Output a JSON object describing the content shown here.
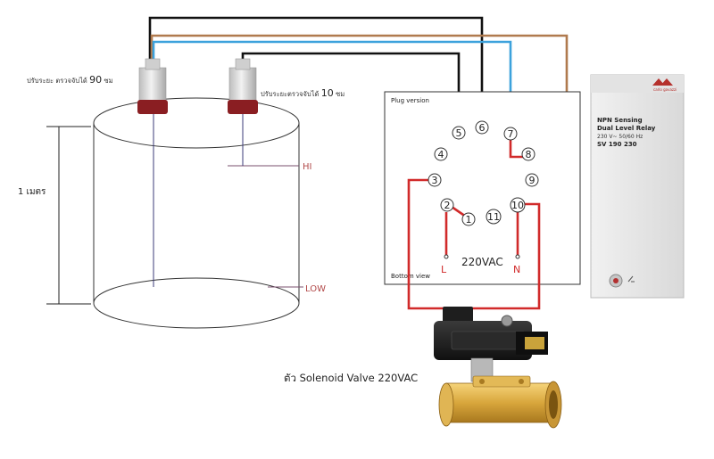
{
  "tank": {
    "height_label": "1 เมตร",
    "hi_label": "HI",
    "low_label": "LOW"
  },
  "probes": {
    "probe_long_label": "ปรับระยะ ตรวจจับได้",
    "probe_long_value": "90",
    "probe_long_unit": "ซม",
    "probe_short_label": "ปรับระยะตรวจจับได้",
    "probe_short_value": "10",
    "probe_short_unit": "ซม"
  },
  "socket": {
    "title": "Plug version",
    "subtitle": "Bottom view",
    "pins": [
      "1",
      "2",
      "3",
      "4",
      "5",
      "6",
      "7",
      "8",
      "9",
      "10",
      "11"
    ],
    "supply_label": "220VAC",
    "line_label": "L",
    "neutral_label": "N"
  },
  "relay": {
    "line1": "NPN Sensing",
    "line2": "Dual Level Relay",
    "line3": "230 V~   50/60 Hz",
    "line4": "SV 190 230"
  },
  "valve": {
    "label": "ตัว Solenoid Valve 220VAC"
  },
  "colors": {
    "black_wire": "#111111",
    "blue_wire": "#3da2dc",
    "brown_wire": "#b07a4e",
    "red_wire": "#d12a2a",
    "probe_body": "#d9d9d9",
    "probe_tip": "#8a1e22",
    "relay_panel": "#e7e7e7",
    "brass": "#d8a63c"
  }
}
